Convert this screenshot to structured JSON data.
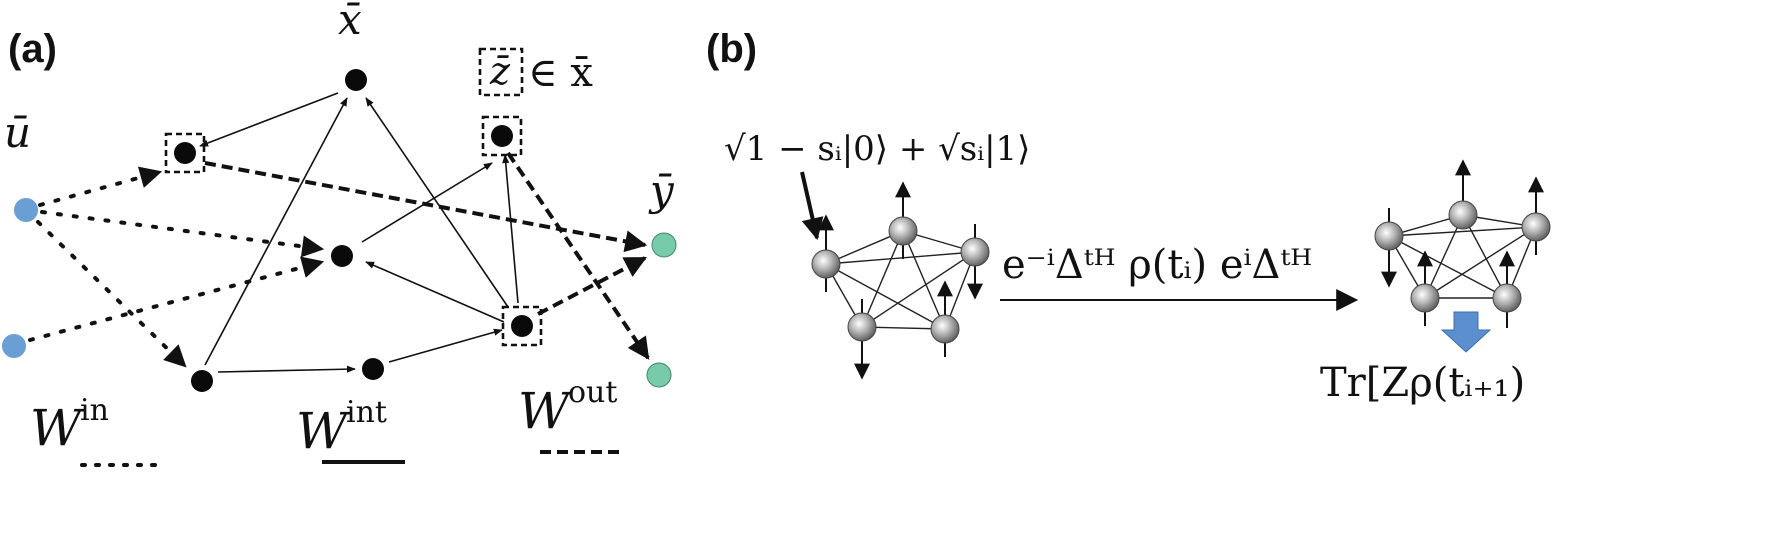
{
  "panel_a": {
    "label": "(a)",
    "input_label": "ū",
    "reservoir_label": "x̄",
    "output_label": "ȳ",
    "subset_label": "z̄",
    "subset_relation": "∈ x̄",
    "legend": [
      {
        "symbol": "W",
        "superscript": "in",
        "line_style": "dotted"
      },
      {
        "symbol": "W",
        "superscript": "int",
        "line_style": "solid"
      },
      {
        "symbol": "W",
        "superscript": "out",
        "line_style": "dashed"
      }
    ],
    "colors": {
      "input_node": "#6a9fd6",
      "output_node": "#78cba8",
      "reservoir_node": "#0a0a0a"
    }
  },
  "panel_b": {
    "label": "(b)",
    "input_state": "√1 − sᵢ|0⟩ + √sᵢ|1⟩",
    "evolution": "e⁻ⁱΔᵗᴴ ρ(tᵢ) eⁱΔᵗᴴ",
    "readout": "Tr[Zρ(tᵢ₊₁)",
    "colors": {
      "readout_arrow": "#5b8fcf"
    }
  }
}
